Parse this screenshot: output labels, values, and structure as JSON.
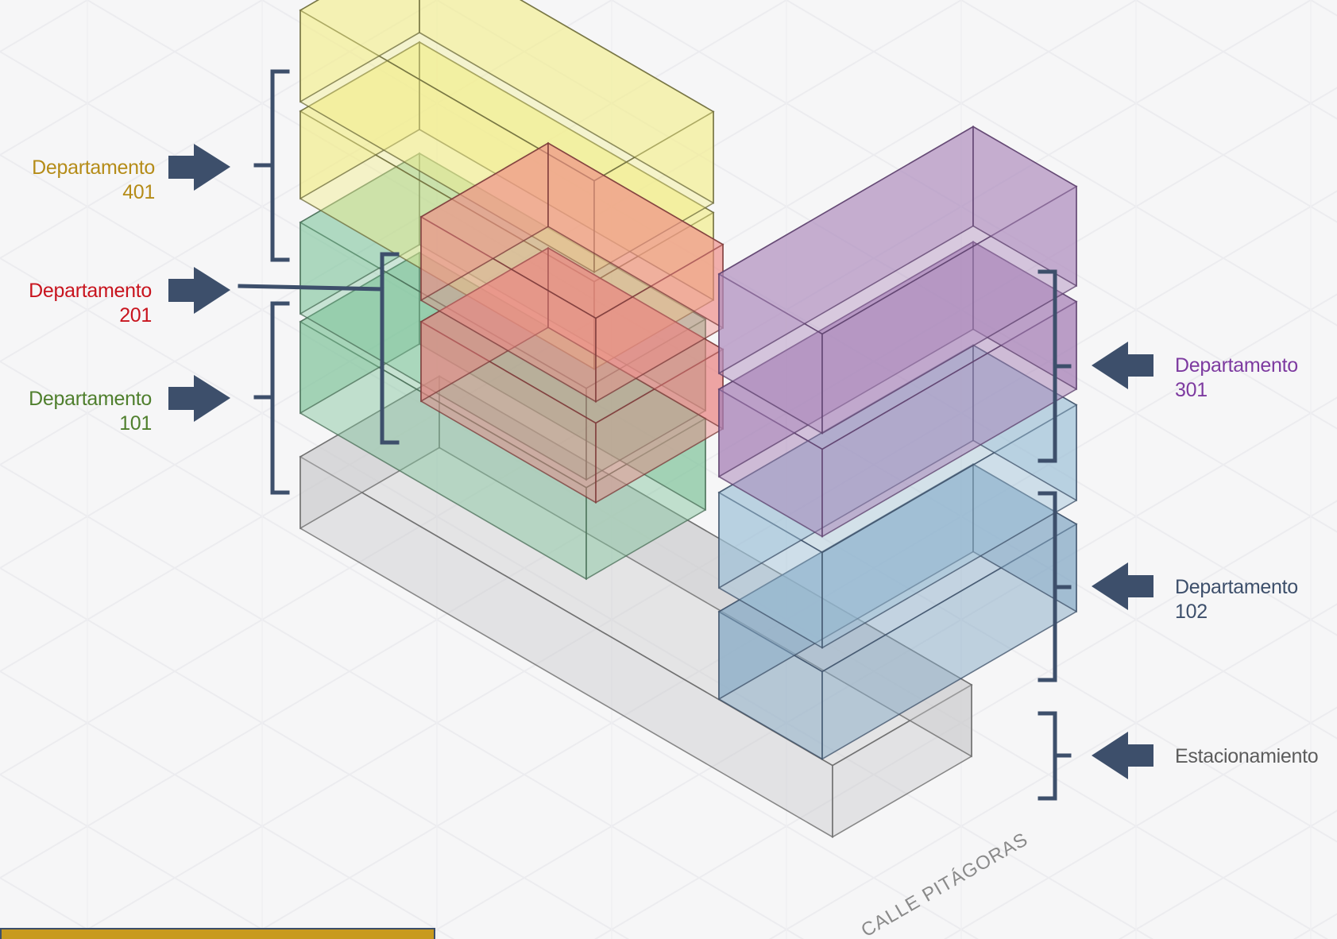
{
  "colors": {
    "arrow": "#3d4f6b",
    "d401": "#b58c18",
    "d201": "#c8141e",
    "d101": "#4f7f2d",
    "d301": "#7d3aa0",
    "d102": "#3d4f6b",
    "parking": "#5c5c5c",
    "street": "#7a7a7a"
  },
  "labels": {
    "d401": "Departamento\n401",
    "d201": "Departamento\n201",
    "d101": "Departamento\n101",
    "d301": "Departamento\n301",
    "d102": "Departamento\n102",
    "parking": "Estacionamiento"
  },
  "street": "CALLE PITÁGORAS"
}
